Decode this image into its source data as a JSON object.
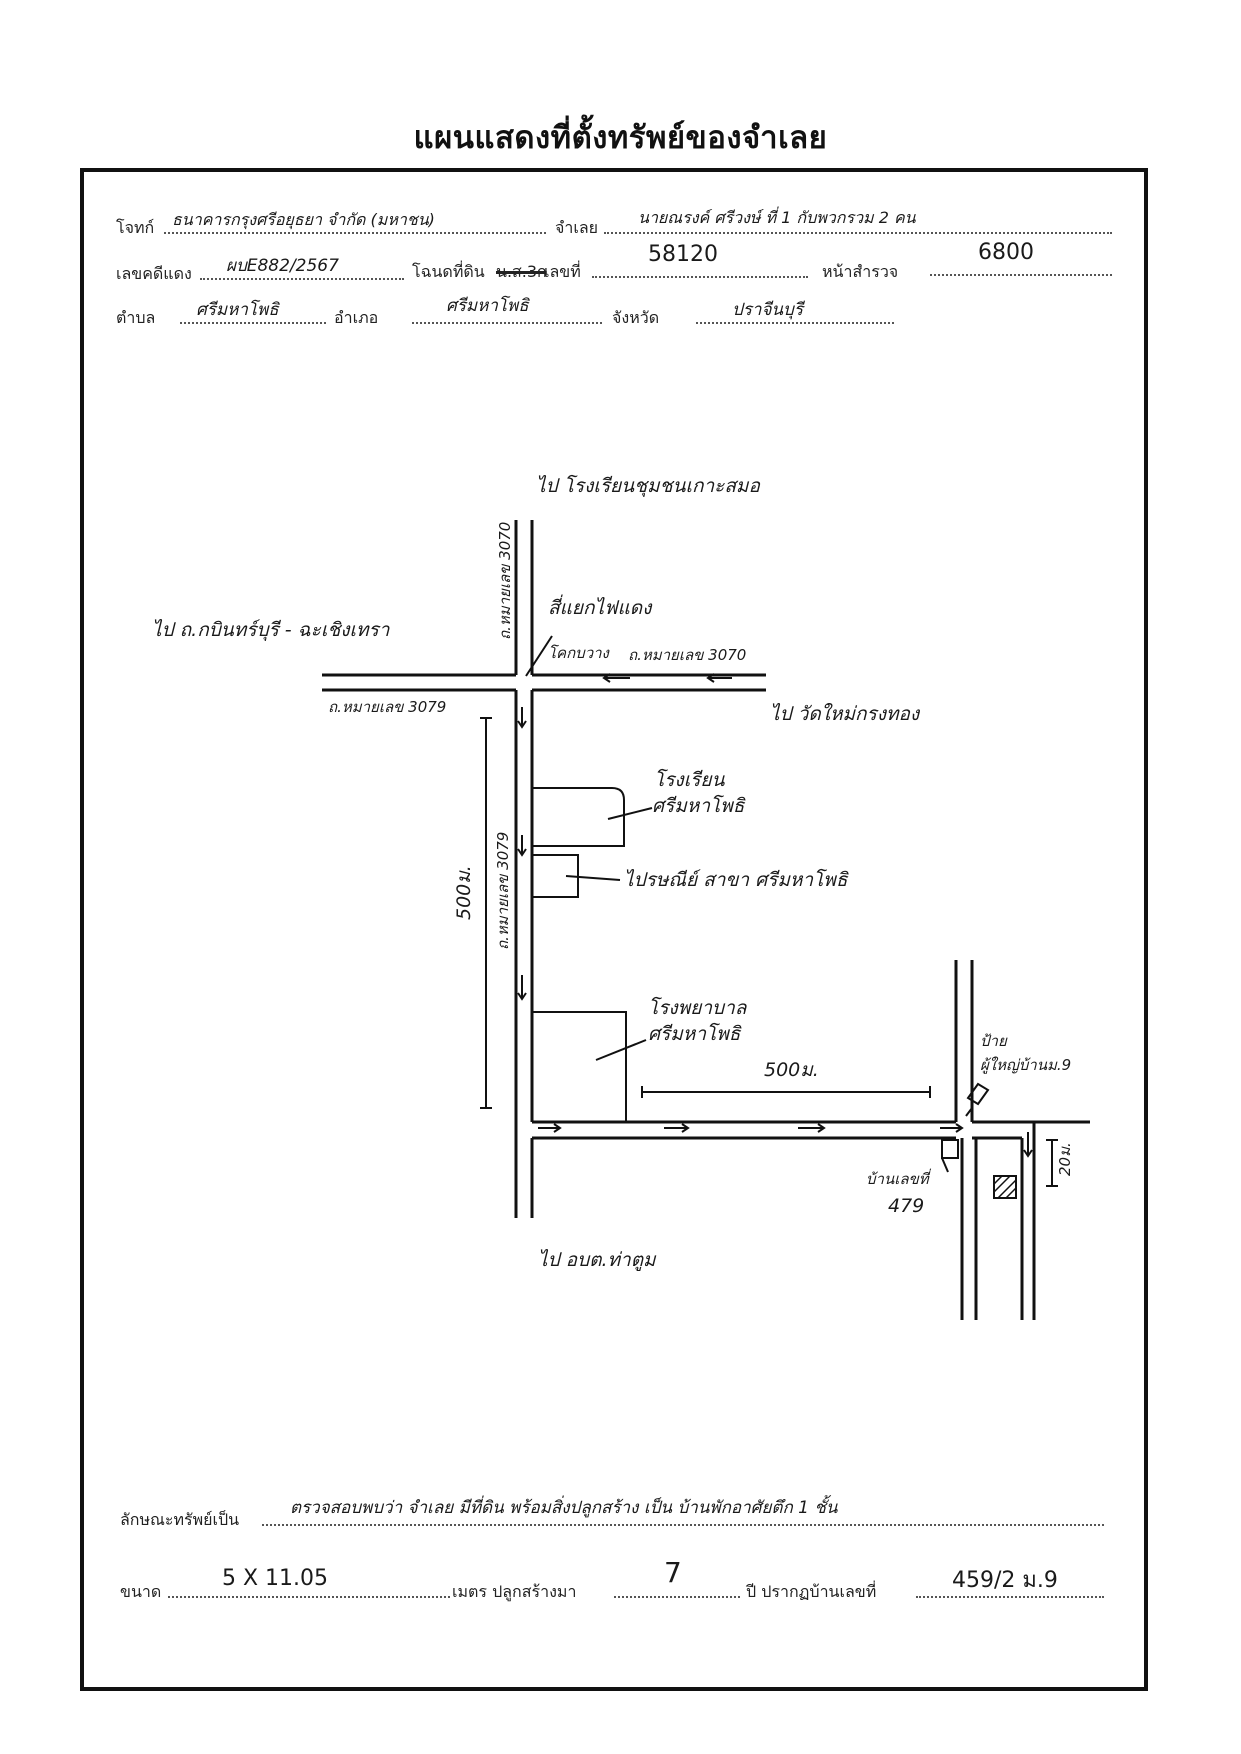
{
  "title": "แผนแสดงที่ตั้งทรัพย์ของจำเลย",
  "header": {
    "plaintiff_label": "โจทก์",
    "plaintiff_value": "ธนาคารกรุงศรีอยุธยา จำกัด (มหาชน)",
    "defendant_label": "จำเลย",
    "defendant_value": "นายณรงค์ ศรีวงษ์ ที่ 1 กับพวกรวม 2 คน",
    "case_no_label": "เลขคดีแดง",
    "case_no_value": "ผบE882/2567",
    "deed_label": "โฉนดที่ดิน",
    "deed_strike": "น.ส.3ก",
    "deed_no_label": "เลขที่",
    "deed_no_value": "58120",
    "survey_page_label": "หน้าสำรวจ",
    "survey_page_value": "6800",
    "subdistrict_label": "ตำบล",
    "subdistrict_value": "ศรีมหาโพธิ",
    "district_label": "อำเภอ",
    "district_value": "ศรีมหาโพธิ",
    "province_label": "จังหวัด",
    "province_value": "ปราจีนบุรี"
  },
  "map": {
    "to_school": "ไป โรงเรียนชุมชนเกาะสมอ",
    "road_3070_vertical": "ถ.หมายเลข 3070",
    "traffic_light": "สี่แยกไฟแดง",
    "kok_bang": "โคกบวาง",
    "road_3070_horizontal": "ถ.หมายเลข 3070",
    "to_kabin": "ไป ถ.กบินทร์บุรี - ฉะเชิงเทรา",
    "road_3079_horizontal": "ถ.หมายเลข 3079",
    "to_wat": "ไป วัดใหม่กรงทอง",
    "school_line1": "โรงเรียน",
    "school_line2": "ศรีมหาโพธิ",
    "post_office": "ไปรษณีย์ สาขา ศรีมหาโพธิ",
    "distance_vertical": "500ม.",
    "road_3079_vertical": "ถ.หมายเลข 3079",
    "hospital_line1": "โรงพยาบาล",
    "hospital_line2": "ศรีมหาโพธิ",
    "distance_horizontal": "500ม.",
    "sign_line1": "ป้าย",
    "sign_line2": "ผู้ใหญ่บ้านม.9",
    "side_distance": "20ม.",
    "house_label": "บ้านเลขที่",
    "house_no": "479",
    "to_obt": "ไป อบต.ท่าตูม"
  },
  "footer": {
    "property_label": "ลักษณะทรัพย์เป็น",
    "property_value": "ตรวจสอบพบว่า จำเลย มีที่ดิน พร้อมสิ่งปลูกสร้าง เป็น บ้านพักอาศัยตึก 1 ชั้น",
    "size_label": "ขนาด",
    "size_value": "5 X 11.05",
    "built_label": "เมตร ปลูกสร้างมา",
    "built_value": "7",
    "house_label": "ปี ปรากฏบ้านเลขที่",
    "house_value": "459/2 ม.9"
  }
}
